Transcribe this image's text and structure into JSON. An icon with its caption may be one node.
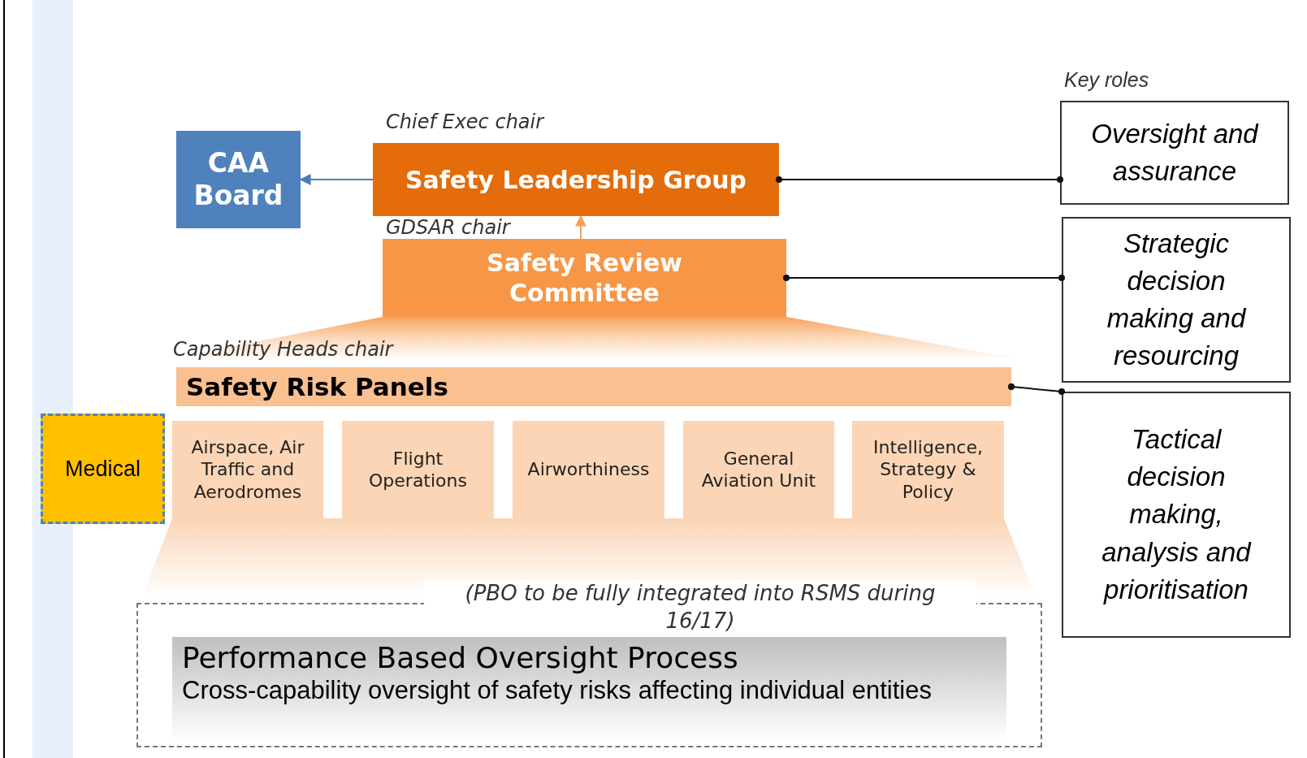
{
  "diagram": {
    "nodes": [
      {
        "text": [
          "CAA Board"
        ]
      },
      {
        "text": [
          "Safety Leadership Group"
        ],
        "beside": [
          "Chief Exec chair"
        ]
      },
      {
        "text": [
          "Safety Review Committee"
        ],
        "beside": [
          "GDSAR chair"
        ]
      },
      {
        "text": [
          "Safety Risk Panels"
        ],
        "beside": [
          "Capability Heads chair"
        ]
      },
      {
        "text": [
          "Medical"
        ]
      },
      {
        "text": [
          "Airspace, Air Traffic and Aerodromes"
        ]
      },
      {
        "text": [
          "Flight Operations"
        ]
      },
      {
        "text": [
          "Airworthiness"
        ]
      },
      {
        "text": [
          "General Aviation Unit"
        ]
      },
      {
        "text": [
          "Intelligence, Strategy & Policy"
        ]
      },
      {
        "text": [
          "(PBO to be fully integrated into RSMS during 16/17)"
        ]
      },
      {
        "text": [
          "Performance Based Oversight Process",
          "Cross-capability oversight of safety risks affecting individual entities"
        ],
        "in": 10
      },
      {
        "text": [
          "Oversight and assurance"
        ]
      },
      {
        "text": [
          "Strategic decision making and resourcing"
        ]
      },
      {
        "text": [
          "Tactical decision making, analysis and prioritisation"
        ]
      }
    ],
    "edges": [
      {
        "from": 1,
        "to": 0,
        "arrow": "to",
        "color": "#4a7ebb"
      },
      {
        "from": 1,
        "to": 12,
        "arrow": "other"
      },
      {
        "from": 2,
        "to": 13,
        "arrow": "other"
      },
      {
        "from": 3,
        "to": 14,
        "arrow": "other"
      },
      {
        "from": 2,
        "to": 1,
        "arrow": "to",
        "color": "#f4a261"
      }
    ],
    "labels": [
      "Key roles"
    ]
  }
}
